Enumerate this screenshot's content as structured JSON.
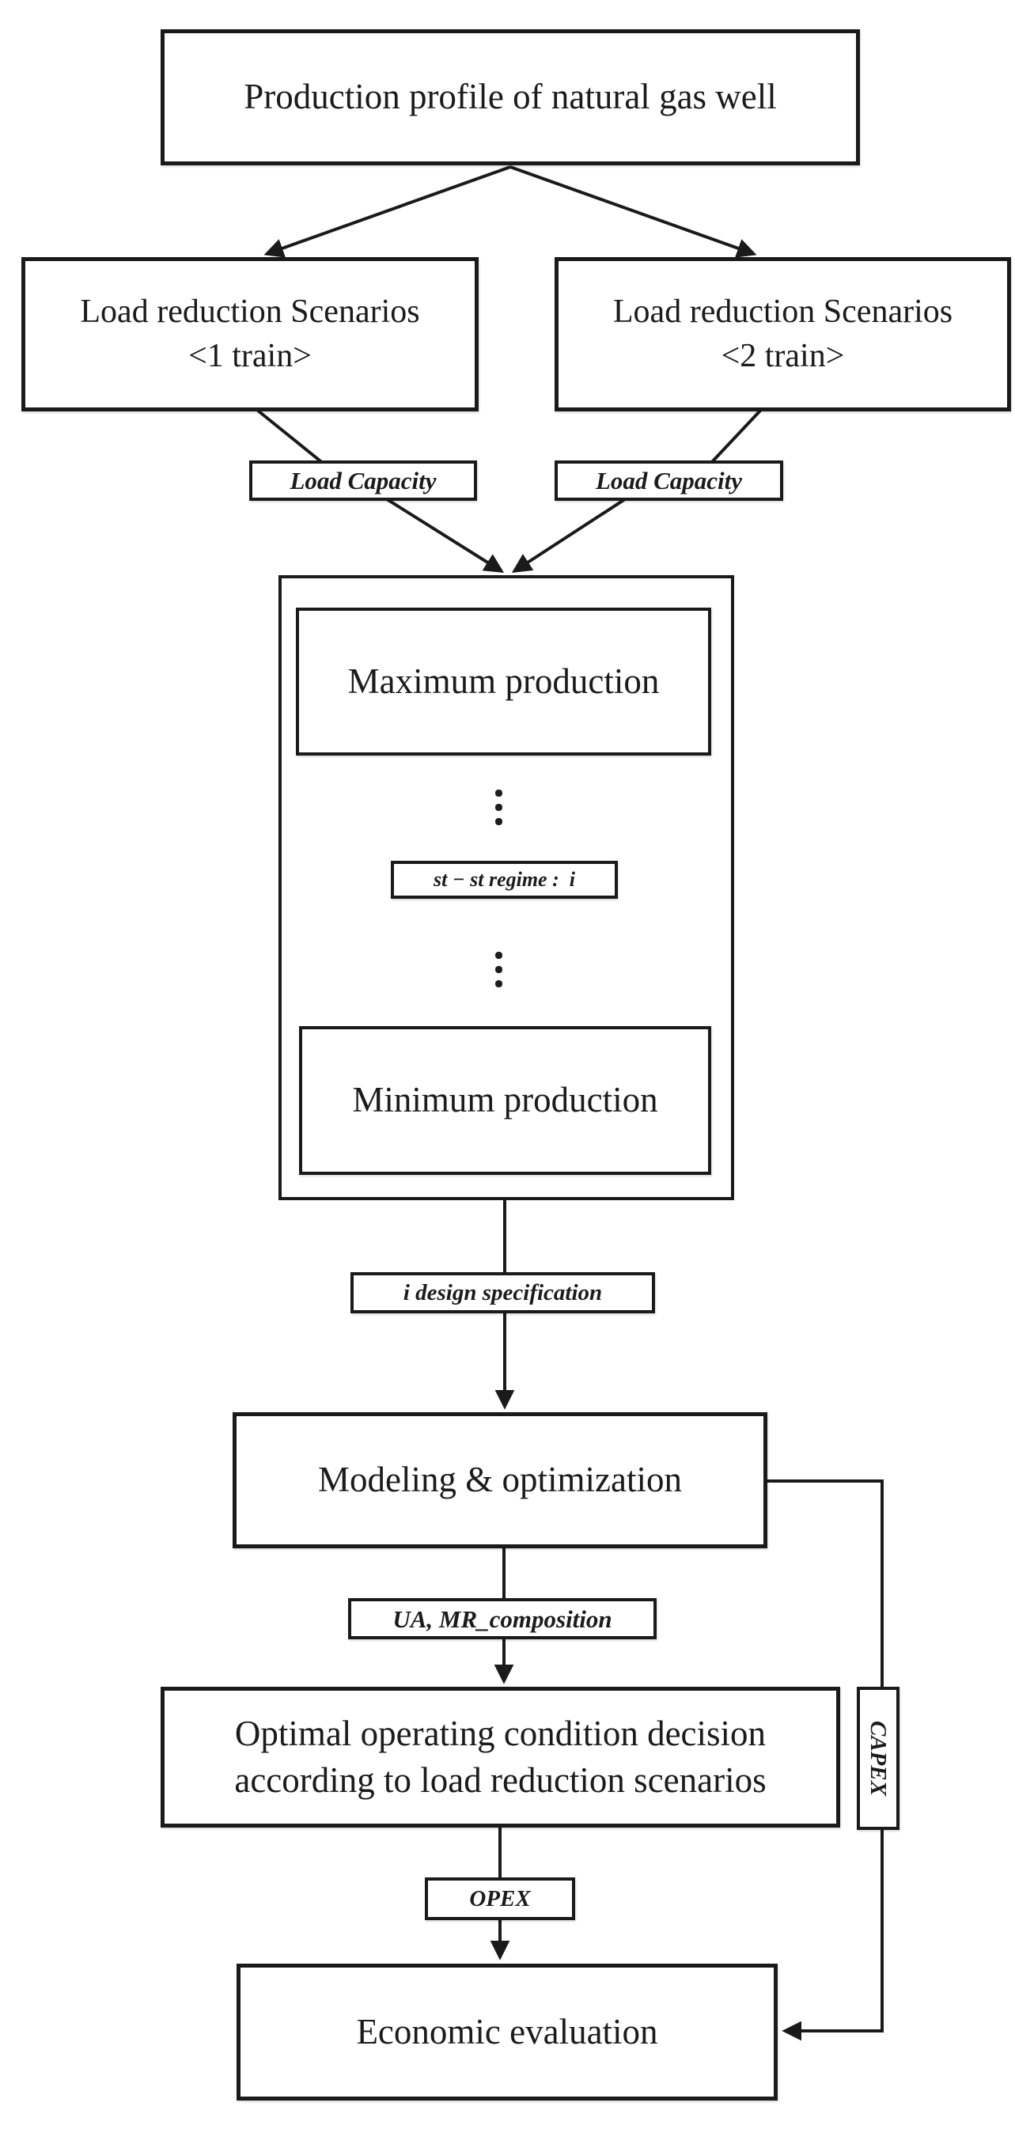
{
  "figure": {
    "type": "flowchart",
    "colors": {
      "ink": "#1a1a1a",
      "background": "#ffffff"
    },
    "nodes": {
      "production_profile": {
        "label": "Production profile of natural gas well"
      },
      "scenario_1train": {
        "line1": "Load reduction Scenarios",
        "line2": "<1 train>"
      },
      "scenario_2train": {
        "line1": "Load reduction Scenarios",
        "line2": "<2 train>"
      },
      "load_capacity_1": {
        "label": "Load Capacity"
      },
      "load_capacity_2": {
        "label": "Load Capacity"
      },
      "maximum_production": {
        "label": "Maximum production"
      },
      "st_st_regime": {
        "label": "st − st regime :  i"
      },
      "minimum_production": {
        "label": "Minimum production"
      },
      "i_design_specification": {
        "label": "i design specification"
      },
      "modeling_optimization": {
        "label": "Modeling & optimization"
      },
      "ua_mr_composition": {
        "label": "UA, MR_composition"
      },
      "optimal_decision": {
        "line1": "Optimal operating condition decision",
        "line2": "according to load reduction scenarios"
      },
      "opex": {
        "label": "OPEX"
      },
      "capex": {
        "label": "CAPEX"
      },
      "economic_evaluation": {
        "label": "Economic evaluation"
      }
    }
  }
}
